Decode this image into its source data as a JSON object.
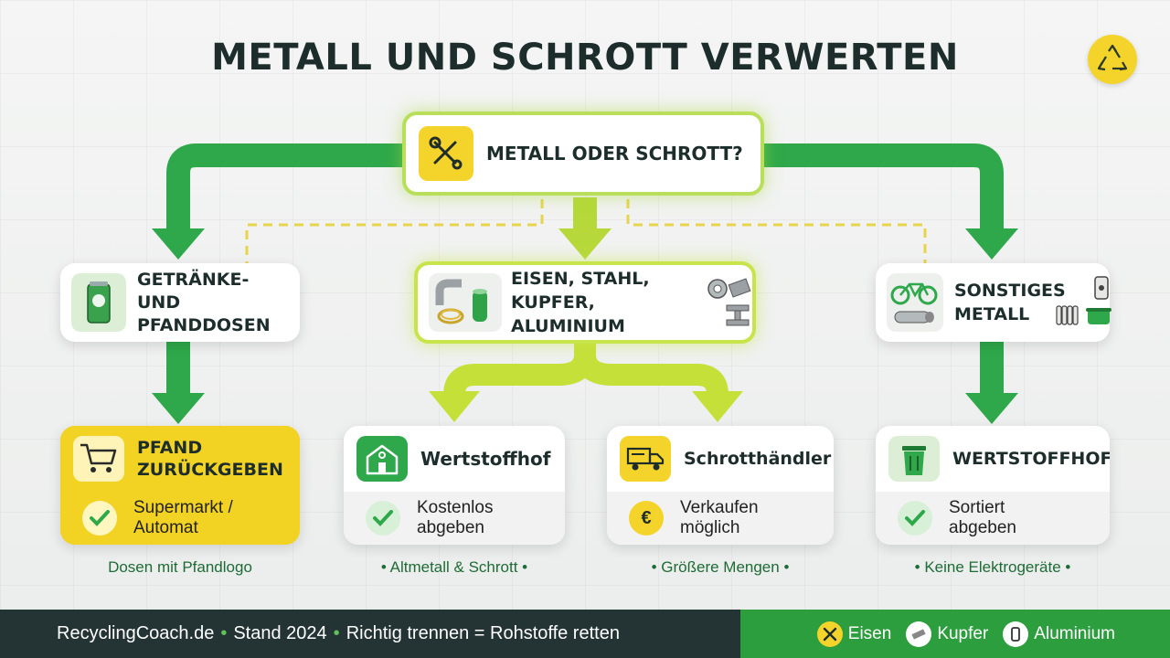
{
  "title": "METALL UND SCHROTT VERWERTEN",
  "top_node": {
    "label": "METALL ODER SCHROTT?",
    "icon": "tools-icon"
  },
  "branches": {
    "left": {
      "label": "GETRÄNKE- UND PFANDDOSEN",
      "icon": "can-icon"
    },
    "center": {
      "label": "EISEN, STAHL, KUPFER, ALUMINIUM",
      "icons": [
        "pipe-icon",
        "wire-coil-icon",
        "steel-bar-icon"
      ]
    },
    "right": {
      "label": "SONSTIGES METALL",
      "icons": [
        "bicycle-icon",
        "pan-icon",
        "radiator-icon",
        "pot-icon"
      ]
    }
  },
  "results": [
    {
      "title": "PFAND ZURÜCKGEBEN",
      "text": "Supermarkt / Automat",
      "caption": "Dosen mit Pfandlogo",
      "icon": "cart-icon",
      "badge": "check-icon",
      "highlight": "#f2d324"
    },
    {
      "title": "Wertstoffhof",
      "text": "Kostenlos abgeben",
      "caption": "• Altmetall & Schrott •",
      "icon": "recycling-center-icon",
      "badge": "check-icon"
    },
    {
      "title": "Schrotthändler",
      "text": "Verkaufen möglich",
      "caption": "• Größere Mengen •",
      "icon": "truck-icon",
      "badge": "euro-icon"
    },
    {
      "title": "WERTSTOFFHOF",
      "text": "Sortiert abgeben",
      "caption": "• Keine Elektrogeräte •",
      "icon": "bin-icon",
      "badge": "check-icon"
    }
  ],
  "footer": {
    "site": "RecyclingCoach.de",
    "stand": "Stand 2024",
    "slogan": "Richtig trennen = Rohstoffe retten",
    "legend": [
      "Eisen",
      "Kupfer",
      "Aluminium"
    ]
  },
  "colors": {
    "green": "#2ea84a",
    "lime": "#c6e03a",
    "yellow": "#f2d324",
    "dark": "#243334"
  }
}
